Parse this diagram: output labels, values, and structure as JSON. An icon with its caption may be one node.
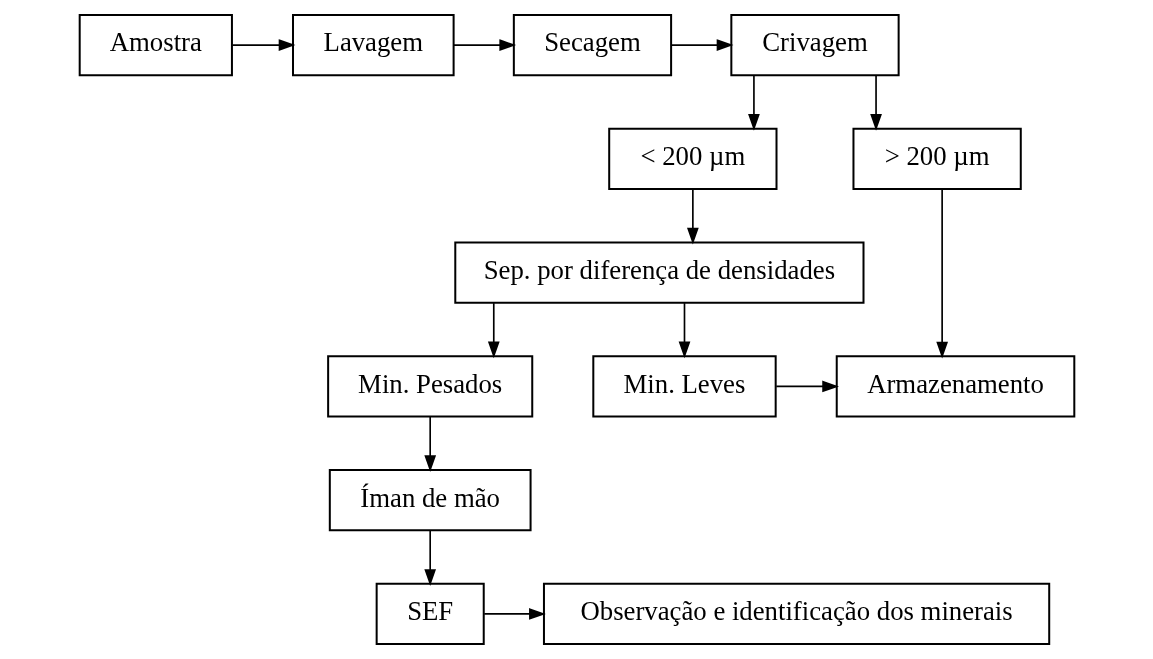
{
  "diagram": {
    "nodes": [
      {
        "text": [
          "Amostra"
        ]
      },
      {
        "text": [
          "Lavagem"
        ]
      },
      {
        "text": [
          "Secagem"
        ]
      },
      {
        "text": [
          "Crivagem"
        ]
      },
      {
        "text": [
          "< 200 µm"
        ]
      },
      {
        "text": [
          "> 200 µm"
        ]
      },
      {
        "text": [
          "Sep. por diferença de densidades"
        ]
      },
      {
        "text": [
          "Min. Pesados"
        ]
      },
      {
        "text": [
          "Min. Leves"
        ]
      },
      {
        "text": [
          "Armazenamento"
        ]
      },
      {
        "text": [
          "Íman de mão"
        ]
      },
      {
        "text": [
          "SEF"
        ]
      },
      {
        "text": [
          "Observação e identificação dos minerais"
        ]
      }
    ],
    "edges": [
      {
        "from": 0,
        "to": 1,
        "arrow": "to"
      },
      {
        "from": 1,
        "to": 2,
        "arrow": "to"
      },
      {
        "from": 2,
        "to": 3,
        "arrow": "to"
      },
      {
        "from": 3,
        "to": 4,
        "arrow": "to"
      },
      {
        "from": 3,
        "to": 5,
        "arrow": "to"
      },
      {
        "from": 4,
        "to": 6,
        "arrow": "to"
      },
      {
        "from": 6,
        "to": 7,
        "arrow": "to"
      },
      {
        "from": 6,
        "to": 8,
        "arrow": "to"
      },
      {
        "from": 8,
        "to": 9,
        "arrow": "to"
      },
      {
        "from": 5,
        "to": 9,
        "arrow": "to"
      },
      {
        "from": 7,
        "to": 10,
        "arrow": "to"
      },
      {
        "from": 10,
        "to": 11,
        "arrow": "to"
      },
      {
        "from": 11,
        "to": 12,
        "arrow": "to"
      }
    ]
  }
}
